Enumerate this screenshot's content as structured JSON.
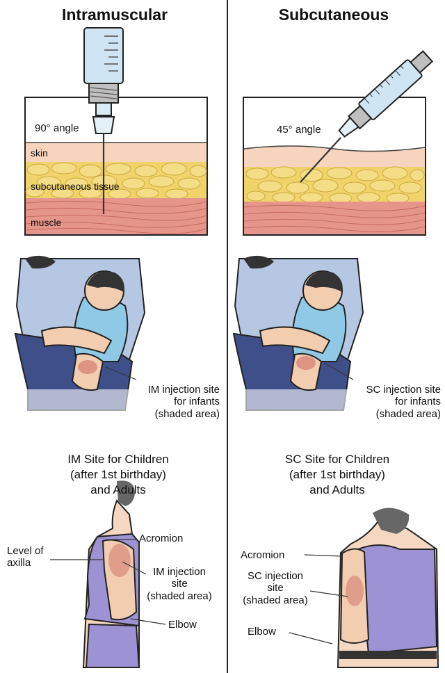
{
  "titles": {
    "left": "Intramuscular",
    "right": "Subcutaneous"
  },
  "tissue_left": {
    "angle": "90° angle",
    "skin": "skin",
    "subq": "subcutaneous tissue",
    "muscle": "muscle"
  },
  "tissue_right": {
    "angle": "45° angle"
  },
  "infant_left": {
    "line1": "IM injection site",
    "line2": "for infants",
    "line3": "(shaded area)"
  },
  "infant_right": {
    "line1": "SC injection site",
    "line2": "for infants",
    "line3": "(shaded area)"
  },
  "child_left": {
    "heading1": "IM Site for Children",
    "heading2": "(after 1st birthday)",
    "heading3": "and Adults",
    "acromion": "Acromion",
    "level1": "Level of",
    "level2": "axilla",
    "site1": "IM injection",
    "site2": "site",
    "site3": "(shaded area)",
    "elbow": "Elbow"
  },
  "child_right": {
    "heading1": "SC Site for Children",
    "heading2": "(after 1st birthday)",
    "heading3": "and Adults",
    "acromion": "Acromion",
    "site1": "SC injection",
    "site2": "site",
    "site3": "(shaded area)",
    "elbow": "Elbow"
  }
}
